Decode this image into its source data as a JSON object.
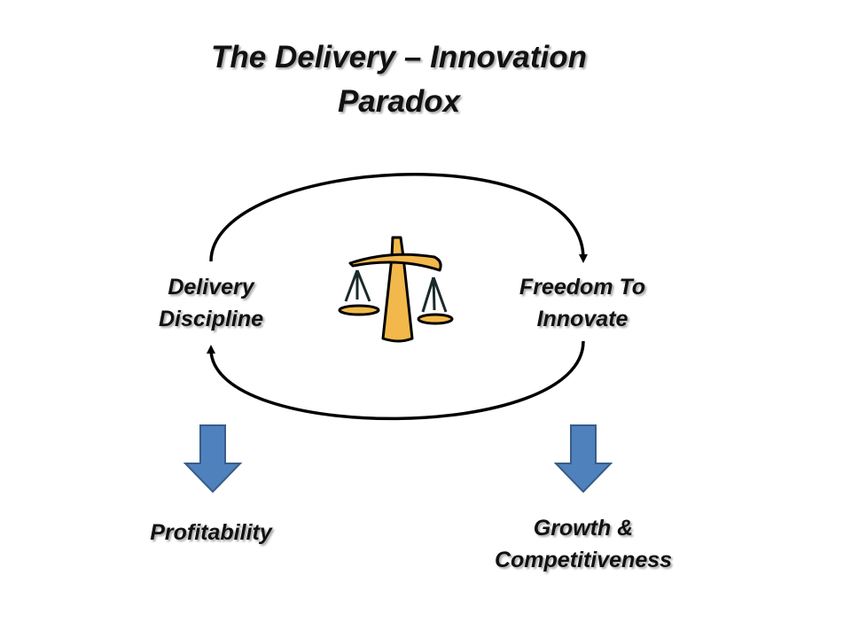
{
  "title": {
    "line1": "The Delivery – Innovation",
    "line2": "Paradox"
  },
  "left_node": {
    "line1": "Delivery",
    "line2": "Discipline"
  },
  "right_node": {
    "line1": "Freedom To",
    "line2": "Innovate"
  },
  "left_outcome": {
    "line1": "Profitability"
  },
  "right_outcome": {
    "line1": "Growth &",
    "line2": "Competitiveness"
  },
  "colors": {
    "arrow_fill": "#4F81BD",
    "arrow_stroke": "#385D8A",
    "scale_fill": "#F2B84B"
  },
  "icons": {
    "center": "balance-scale-icon"
  }
}
